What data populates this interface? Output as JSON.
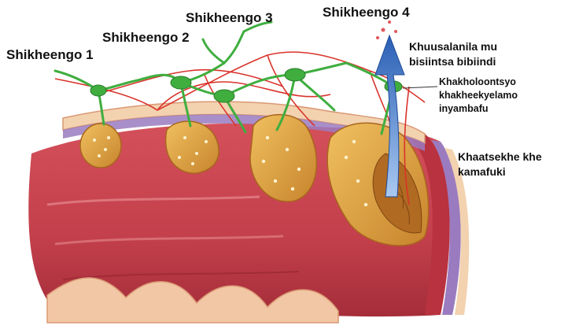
{
  "stages": [
    {
      "label": "Shikheengo 1"
    },
    {
      "label": "Shikheengo 2"
    },
    {
      "label": "Shikheengo 3"
    },
    {
      "label": "Shikheengo 4"
    }
  ],
  "annotations": {
    "spread_line1": "Khuusalanila mu",
    "spread_line2": "bisiintsa bibiindi",
    "vessels_line1": "Khakholoontsyo",
    "vessels_line2": "khakheekyelamo",
    "vessels_line3": "inyambafu",
    "wall_line1": "Khaatsekhe khe",
    "wall_line2": "kamafuki"
  },
  "colors": {
    "lining": "#c9404a",
    "lining_dark": "#8e1f2b",
    "mucosa_top": "#f3d2b0",
    "tumor": "#d99a3a",
    "tumor_dark": "#a8661d",
    "lymph": "#3fae3f",
    "blood": "#d9332b",
    "arrow": "#2f6fc9",
    "purple_layer": "#9a7bbf"
  }
}
